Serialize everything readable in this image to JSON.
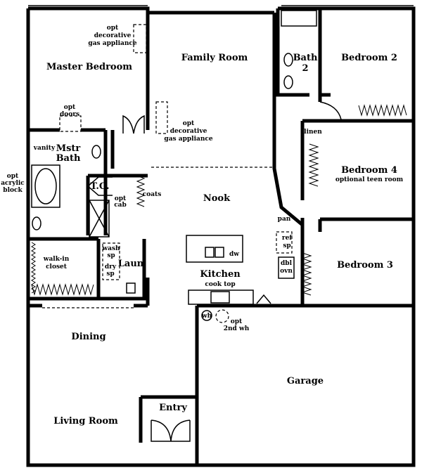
{
  "rooms": {
    "master_bedroom": "Master Bedroom",
    "family_room": "Family Room",
    "bath2_a": "Bath",
    "bath2_b": "2",
    "bedroom2": "Bedroom 2",
    "bedroom4": "Bedroom 4",
    "bedroom4_note": "optional teen room",
    "bedroom3": "Bedroom 3",
    "nook": "Nook",
    "kitchen": "Kitchen",
    "mstr_bath_a": "Mstr",
    "mstr_bath_b": "Bath",
    "laundry": "Laun",
    "dining": "Dining",
    "living_room": "Living Room",
    "entry": "Entry",
    "garage": "Garage",
    "tc": "T.C."
  },
  "labels": {
    "opt_gas_top": [
      "opt",
      "decorative",
      "gas appliance"
    ],
    "opt_gas_family": [
      "opt",
      "decorative",
      "gas appliance"
    ],
    "opt_doors": [
      "opt",
      "doors"
    ],
    "vanity": "vanity",
    "opt_acrylic": [
      "opt",
      "acrylic",
      "block"
    ],
    "opt_cab": [
      "opt",
      "cab"
    ],
    "coats": "coats",
    "walk_in": [
      "walk-in",
      "closet"
    ],
    "wash": [
      "wash",
      "sp"
    ],
    "dry": [
      "dry",
      "sp"
    ],
    "linen": "linen",
    "pan": "pan",
    "ref": [
      "ref",
      "sp"
    ],
    "dbl_ovn": [
      "dbl",
      "ovn"
    ],
    "dw": "dw",
    "cook_top": "cook top",
    "wh": "wh",
    "opt_2nd_wh": [
      "opt",
      "2nd wh"
    ]
  }
}
